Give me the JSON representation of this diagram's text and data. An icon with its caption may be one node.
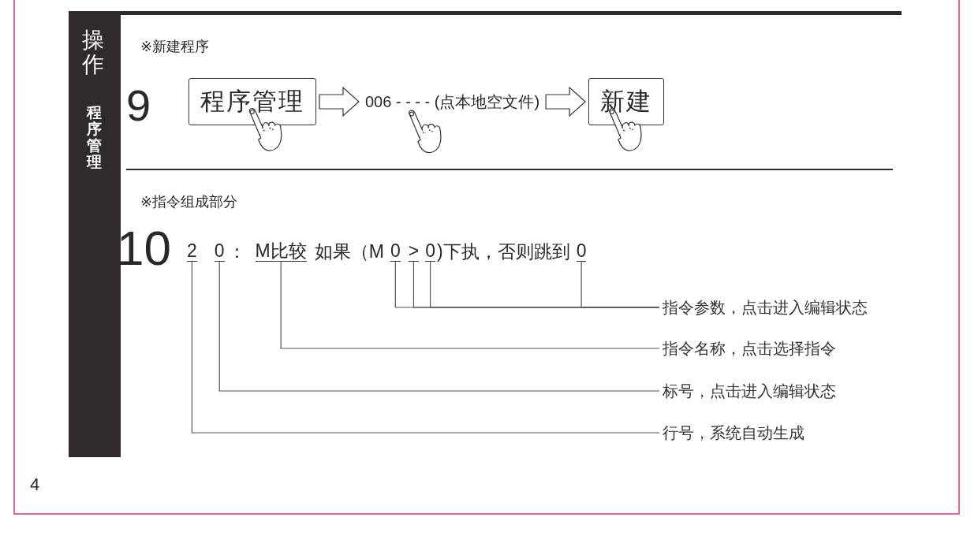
{
  "diagram": {
    "nodes": [
      {
        "text": [
          "程序管理"
        ]
      },
      {
        "text": [
          "006 - - - - (点本地空文件)"
        ]
      },
      {
        "text": [
          "新建"
        ]
      },
      {
        "text": [
          "2"
        ]
      },
      {
        "text": [
          "0"
        ]
      },
      {
        "text": [
          "M比较"
        ]
      },
      {
        "text": [
          "0"
        ]
      },
      {
        "text": [
          ">"
        ]
      },
      {
        "text": [
          "0"
        ]
      },
      {
        "text": [
          "0"
        ]
      },
      {
        "text": [
          "指令参数，点击进入编辑状态"
        ]
      },
      {
        "text": [
          "指令名称，点击选择指令"
        ]
      },
      {
        "text": [
          "标号，点击进入编辑状态"
        ]
      },
      {
        "text": [
          "行号，系统自动生成"
        ]
      }
    ],
    "edges": [
      {
        "from": 0,
        "to": 1,
        "arrow": "to"
      },
      {
        "from": 1,
        "to": 2,
        "arrow": "to"
      },
      {
        "from": 10,
        "to": 6,
        "arrow": "none"
      },
      {
        "from": 10,
        "to": 7,
        "arrow": "none"
      },
      {
        "from": 10,
        "to": 8,
        "arrow": "none"
      },
      {
        "from": 10,
        "to": 9,
        "arrow": "none"
      },
      {
        "from": 11,
        "to": 5,
        "arrow": "none"
      },
      {
        "from": 12,
        "to": 4,
        "arrow": "none"
      },
      {
        "from": 13,
        "to": 3,
        "arrow": "none"
      }
    ],
    "labels": [
      "操作",
      "程序管理",
      "※新建程序",
      "9",
      "※指令组成部分",
      "10",
      "：",
      "如果（M",
      ")下执，否则跳到",
      "4"
    ]
  }
}
